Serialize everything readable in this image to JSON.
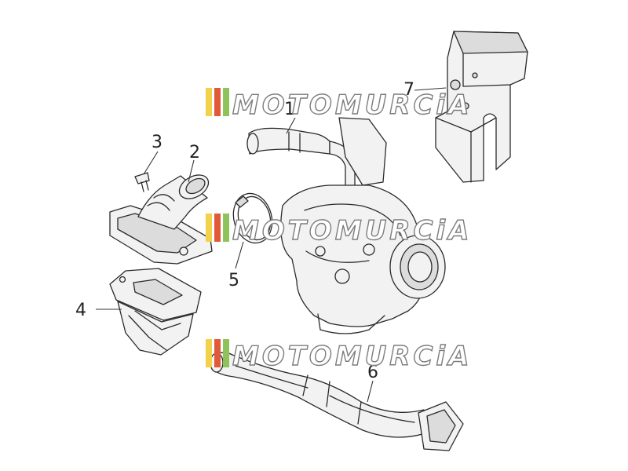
{
  "diagram": {
    "callouts": [
      "1",
      "2",
      "3",
      "4",
      "5",
      "6",
      "7"
    ]
  },
  "watermark": {
    "text": "MOTOMURCiA",
    "colors": {
      "stripe_yellow": "#f2d24a",
      "stripe_red": "#e05a3a",
      "stripe_green": "#8ec35c",
      "outline": "#7d7d7d"
    }
  }
}
